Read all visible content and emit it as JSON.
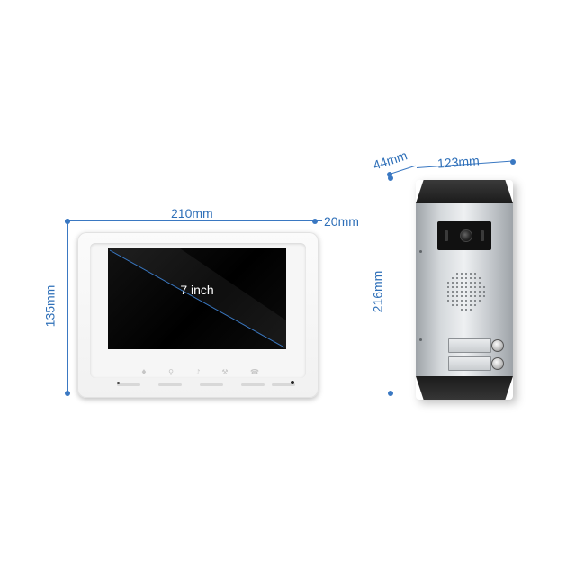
{
  "dimensions": {
    "monitor_width": "210mm",
    "monitor_depth": "20mm",
    "monitor_height": "135mm",
    "station_depth": "44mm",
    "station_width": "123mm",
    "station_height": "216mm"
  },
  "monitor": {
    "screen_size": "7 inch",
    "control_icons": [
      "mic-icon",
      "key-icon",
      "bell-icon",
      "wrench-icon",
      "phone-icon"
    ]
  },
  "station": {
    "call_buttons": 2
  },
  "colors": {
    "dimension_blue": "#2e6fb8",
    "screen_black": "#000000",
    "panel_silver": "#d4d8db",
    "cap_black": "#1b1b1b"
  }
}
